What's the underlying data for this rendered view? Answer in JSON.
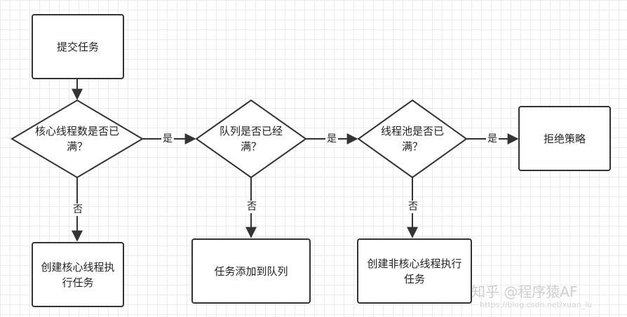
{
  "nodes": {
    "submit": "提交任务",
    "core_full": "核心线程数是否已满？",
    "queue_full": "队列是否已经满？",
    "pool_full": "线程池是否已满？",
    "reject": "拒绝策略",
    "create_core": "创建核心线程执行任务",
    "add_queue": "任务添加到队列",
    "create_noncore": "创建非核心线程执行任务"
  },
  "edges": {
    "yes": "是",
    "no": "否"
  },
  "watermark": "知乎 @程序猿AF",
  "watermark_url": "https://blog.csdn.net/xuan_lu"
}
